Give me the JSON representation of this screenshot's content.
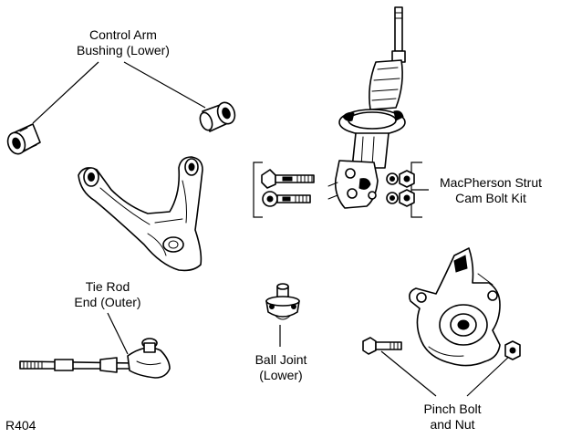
{
  "labels": {
    "control_arm_bushing": {
      "line1": "Control Arm",
      "line2": "Bushing (Lower)"
    },
    "macpherson": {
      "line1": "MacPherson Strut",
      "line2": "Cam Bolt Kit"
    },
    "tie_rod": {
      "line1": "Tie Rod",
      "line2": "End (Outer)"
    },
    "ball_joint": {
      "line1": "Ball Joint",
      "line2": "(Lower)"
    },
    "pinch_bolt": {
      "line1": "Pinch Bolt",
      "line2": "and Nut"
    }
  },
  "figure_code": "R404"
}
